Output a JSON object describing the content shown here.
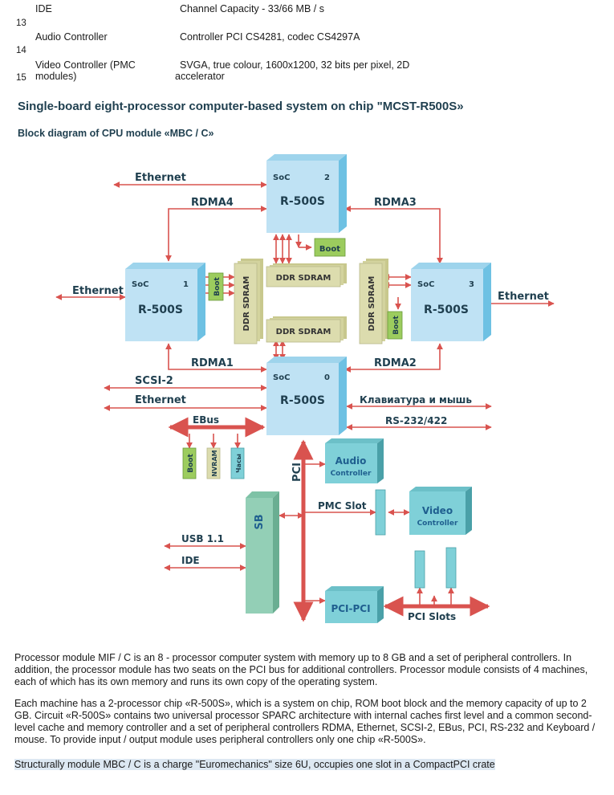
{
  "spec_table": [
    {
      "num": "13",
      "label": "IDE",
      "value": "Channel Capacity - 33/66 MB / s"
    },
    {
      "num": "14",
      "label": "Audio Controller",
      "value": "Controller PCI CS4281, codec CS4297A"
    },
    {
      "num": "15",
      "label": "Video Controller (PMC modules)",
      "value": "SVGA, true colour, 1600x1200, 32 bits per pixel, 2D accelerator"
    }
  ],
  "heading": "Single-board eight-processor computer-based system on chip \"MCST-R500S»",
  "subheading": "Block diagram of CPU module «MBC / C»",
  "diagram": {
    "soc": [
      {
        "label": "SoC",
        "num": "2",
        "chip": "R-500S"
      },
      {
        "label": "SoC",
        "num": "1",
        "chip": "R-500S"
      },
      {
        "label": "SoC",
        "num": "3",
        "chip": "R-500S"
      },
      {
        "label": "SoC",
        "num": "0",
        "chip": "R-500S"
      }
    ],
    "ethernet": "Ethernet",
    "rdma": [
      "RDMA1",
      "RDMA2",
      "RDMA3",
      "RDMA4"
    ],
    "boot": "Boot",
    "ddr_sdram": "DDR SDRAM",
    "scsi": "SCSI-2",
    "ebus": "EBus",
    "nvram": "NVRAM",
    "clock": "Часы",
    "keyboard": "Клавиатура и мышь",
    "rs232": "RS-232/422",
    "pci": "PCI",
    "audio": "Audio",
    "audio_sub": "Controller",
    "pmc_slot": "PMC Slot",
    "video": "Video",
    "video_sub": "Controller",
    "sb": "SB",
    "usb": "USB 1.1",
    "ide": "IDE",
    "pci_pci": "PCI-PCI",
    "pci_slots": "PCI Slots"
  },
  "paragraphs": [
    "Processor module MIF / C is an 8 - processor computer system with memory up to 8 GB and a set of peripheral controllers. In addition, the processor module has two seats on the PCI bus for additional controllers.  Processor module consists of 4 machines, each of which has its own memory and runs its own copy of the operating system.",
    "Each machine has a 2-processor chip «R-500S», which is a system on chip, ROM boot block and the memory capacity of up to 2 GB.  Circuit «R-500S» contains two universal processor SPARC architecture with internal caches first level and a common second-level cache and memory controller and a set of peripheral controllers RDMA, Ethernet, SCSI-2, EBus, PCI, RS-232 and Keyboard / mouse.  To provide input / output module uses peripheral controllers only one chip «R-500S».",
    "Structurally module MBC / C is a charge \"Euromechanics\" size 6U, occupies one slot in a CompactPCI crate"
  ],
  "colors": {
    "soc_face": "#bfe2f4",
    "soc_side": "#6ec1e3",
    "ddr": "#dcdcae",
    "boot": "#9ccc5e",
    "arrow": "#d9534f",
    "io_box": "#7fd0d8",
    "sb": "#93cfb6",
    "text_dark": "#1f3f4f"
  }
}
